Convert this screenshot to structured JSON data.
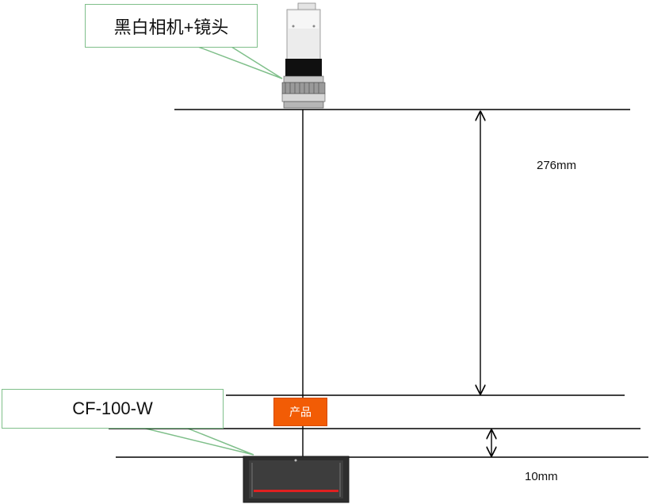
{
  "labels": {
    "camera": "黑白相机+镜头",
    "light": "CF-100-W",
    "product": "产品"
  },
  "dimensions": {
    "working_distance": "276mm",
    "light_distance": "10mm"
  },
  "colors": {
    "callout_border": "#7fbf8a",
    "product_fill": "#f25c05",
    "light_strip": "#e02020",
    "line": "#000000"
  }
}
